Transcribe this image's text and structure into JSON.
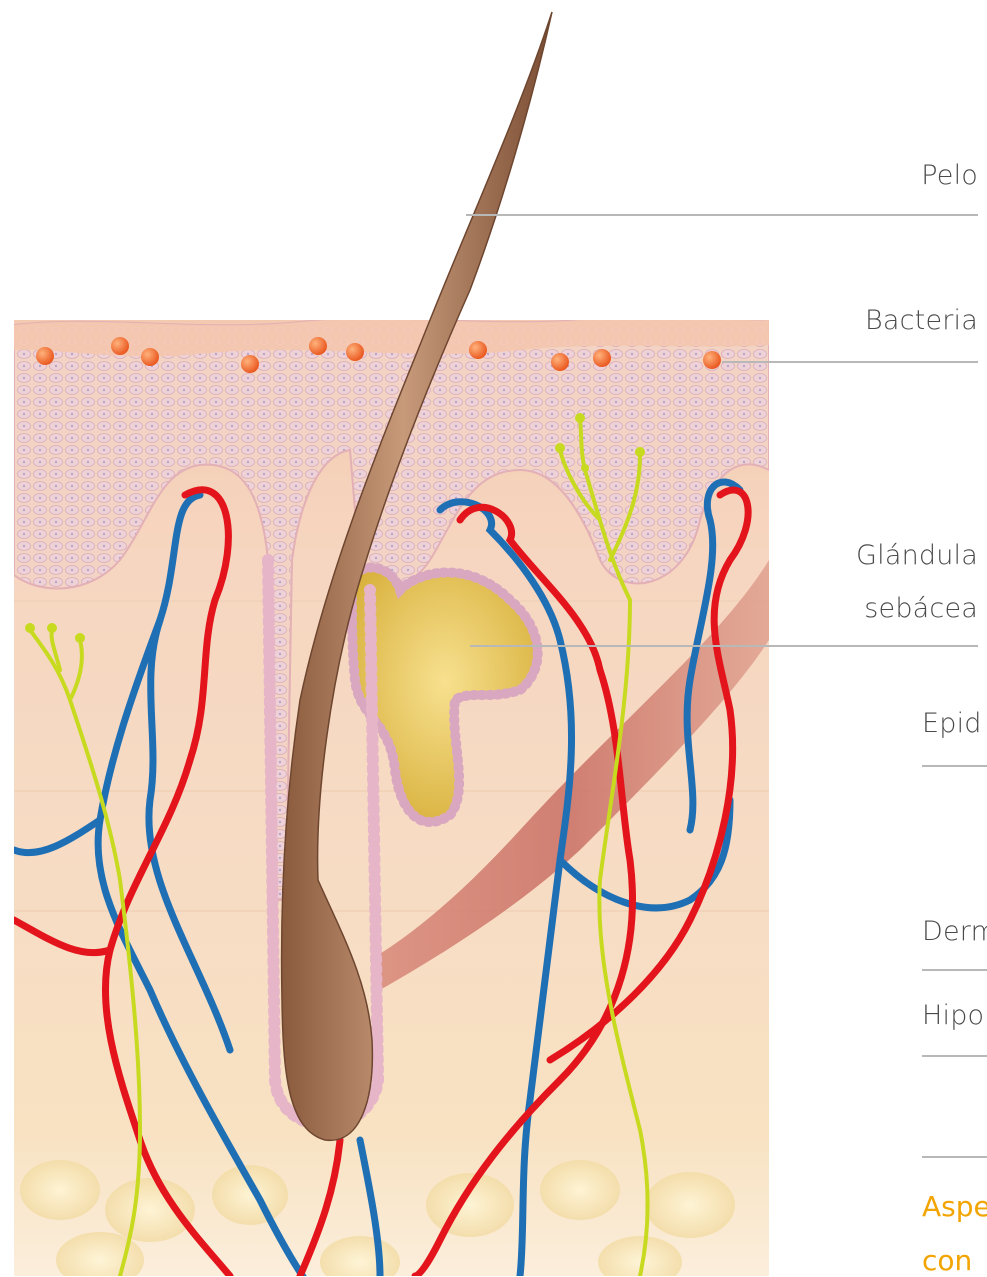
{
  "labels": {
    "pelo": "Pelo",
    "bacteria": "Bacteria",
    "glandula_line1": "Glándula",
    "glandula_line2": "sebácea",
    "epidermis": "Epid",
    "dermis": "Derm",
    "hipodermis": "Hipo"
  },
  "caption": {
    "line1": "Aspe",
    "line2": "con"
  },
  "colors": {
    "artery": "#e3141b",
    "vein": "#1f6fb5",
    "nerve": "#c8da1f",
    "hair": "#b98a6a",
    "sebum": "#e9c75a",
    "bacteria": "#f06a2a",
    "skin": "#f6d5bc",
    "caption": "#f2a400",
    "leader_line": "#b8b8b8"
  }
}
